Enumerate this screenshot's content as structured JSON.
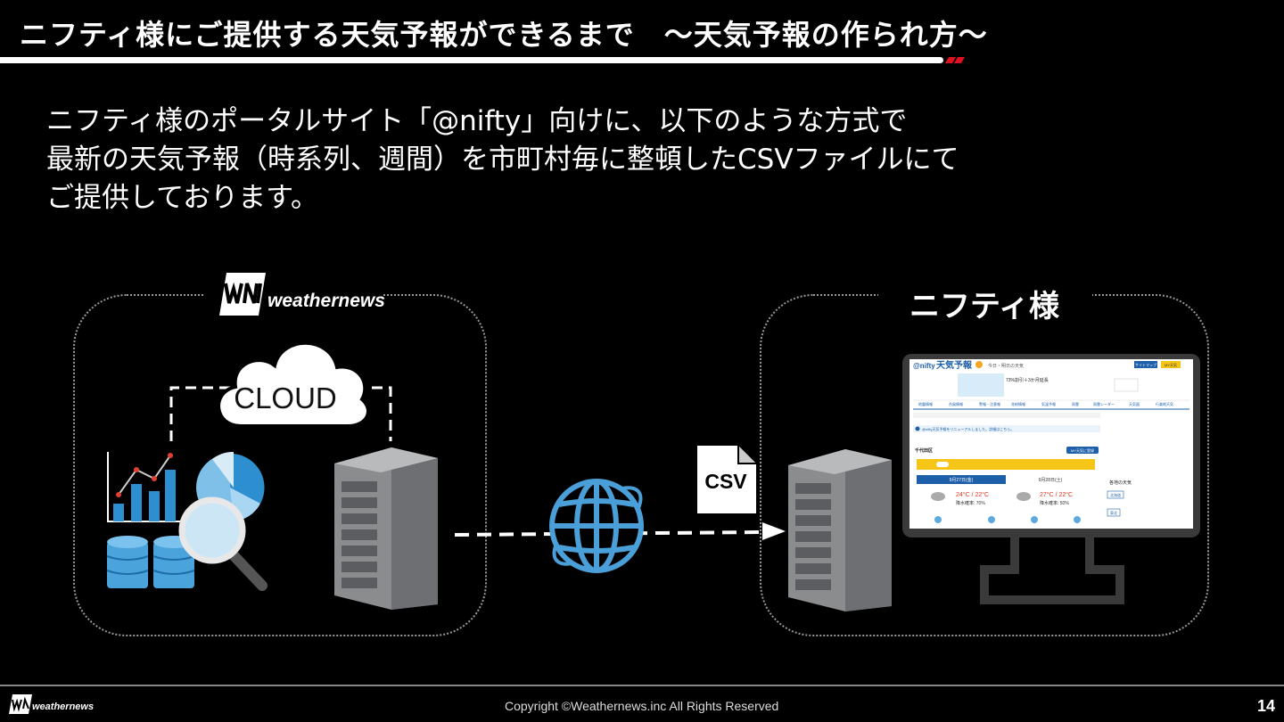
{
  "header": {
    "title": "ニフティ様にご提供する天気予報ができるまで　～天気予報の作られ方～"
  },
  "body_text": {
    "line1": "ニフティ様のポータルサイト「@nifty」向けに、以下のような方式で",
    "line2": "最新の天気予報（時系列、週間）を市町村毎に整頓したCSVファイルにて",
    "line3": "ご提供しております。"
  },
  "diagram": {
    "provider_logo_text": "weathernews",
    "cloud_label": "CLOUD",
    "file_label": "CSV",
    "client_label": "ニフティ様",
    "monitor": {
      "site_logo": "@nifty",
      "site_title": "天気予報",
      "subtitle": "今日・明日の天気",
      "btn1": "サイトマップ",
      "btn2": "MY天気",
      "ad_text": "73%割引＋3か月延長",
      "nav_items": [
        "地震情報",
        "台風情報",
        "警報・注意報",
        "花粉情報",
        "気温予報",
        "雨雲",
        "雨雲レーダー",
        "天気図",
        "行楽地天気"
      ],
      "notice": "@nifty天気予報をリニューアルしました。詳細はこちら。",
      "area_name": "千代田区",
      "my_btn": "MY天気に登録",
      "day1": "9月27日(金)",
      "day2": "9月28日(土)",
      "temp1": "24°C / 22°C",
      "rain1": "降水確率: 70%",
      "temp2": "27°C / 22°C",
      "rain2": "降水確率: 50%",
      "side_head": "各地の天気",
      "side_items": [
        "北海道",
        "東北"
      ]
    }
  },
  "footer": {
    "logo_text": "weathernews",
    "copyright": "Copyright ©Weathernews.inc All Rights Reserved",
    "page_number": "14"
  },
  "colors": {
    "background": "#000000",
    "accent_red": "#e01020",
    "globe_blue": "#4a9fd8",
    "chart_blue": "#2e8fd0"
  }
}
